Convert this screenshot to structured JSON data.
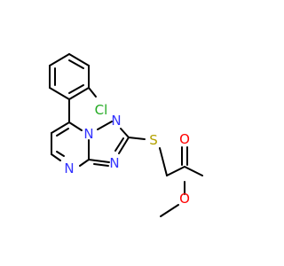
{
  "molecule": {
    "atoms": {
      "chlorine": "Cl",
      "n_bridge": "N",
      "n_triazole_top": "N",
      "n_triazole_bottom": "N",
      "n_pyrimidine": "N",
      "sulfur": "S",
      "oxygen_carbonyl": "O",
      "oxygen_ester": "O"
    },
    "colors": {
      "bond": "#000000",
      "nitrogen": "#3333ff",
      "sulfur": "#b3a100",
      "oxygen": "#ff0000",
      "chlorine": "#22aa22"
    }
  }
}
